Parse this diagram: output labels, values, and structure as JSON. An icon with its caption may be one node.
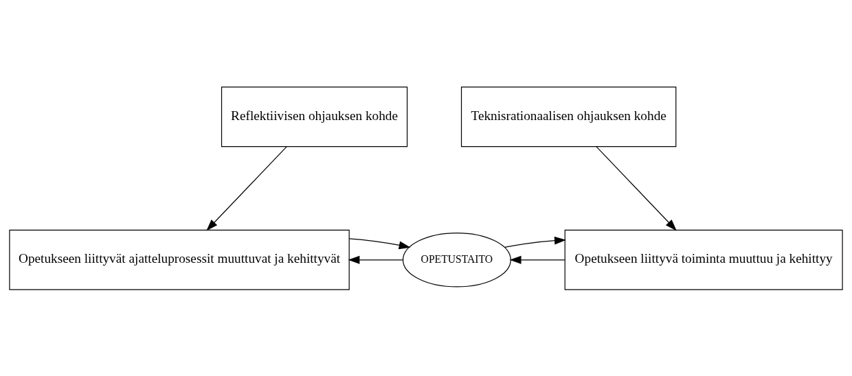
{
  "diagram": {
    "nodes": [
      {
        "text": [
          "Reflektiivisen ohjauksen kohde"
        ]
      },
      {
        "text": [
          "Teknisrationaalisen ohjauksen kohde"
        ]
      },
      {
        "text": [
          "Opetukseen liittyvät ajatteluprosessit muuttuvat ja kehittyvät"
        ]
      },
      {
        "text": [
          "OPETUSTAITO"
        ]
      },
      {
        "text": [
          "Opetukseen liittyvä toiminta muuttuu ja kehittyy"
        ]
      }
    ],
    "edges": [
      {
        "from": 0,
        "to": 2,
        "arrow": "to"
      },
      {
        "from": 1,
        "to": 4,
        "arrow": "to"
      },
      {
        "from": 3,
        "to": 2,
        "arrow": "to"
      },
      {
        "from": 4,
        "to": 3,
        "arrow": "to"
      },
      {
        "from": 2,
        "to": 3,
        "arrow": "to"
      },
      {
        "from": 3,
        "to": 4,
        "arrow": "to"
      }
    ]
  }
}
